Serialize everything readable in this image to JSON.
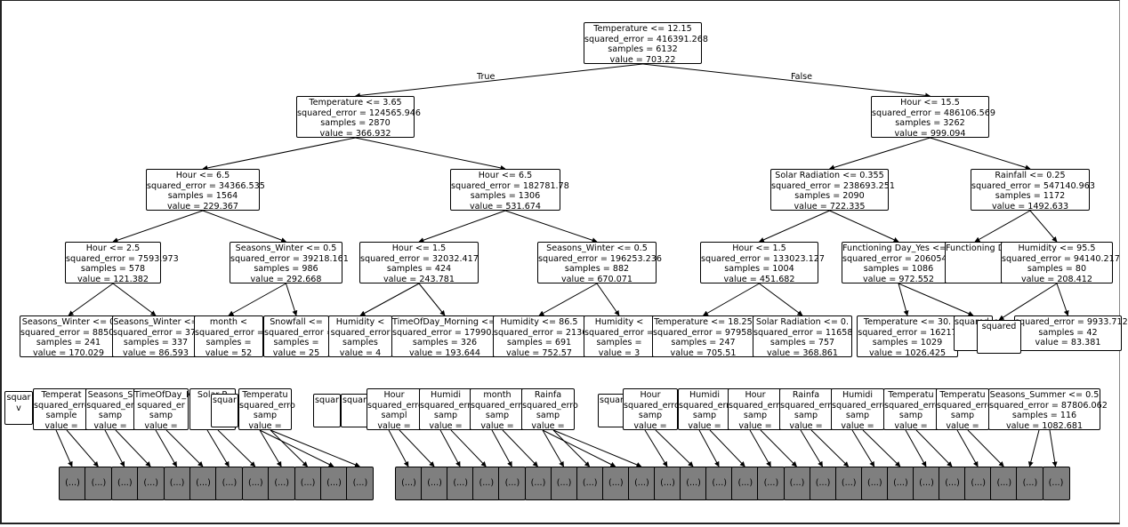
{
  "edge_labels": {
    "true_label": "True",
    "false_label": "False"
  },
  "leaf_label": "(...)",
  "leaf_count": 38,
  "nodes": [
    {
      "id": "root",
      "lines": [
        "Temperature <= 12.15",
        "squared_error = 416391.268",
        "samples = 6132",
        "value = 703.22"
      ]
    },
    {
      "id": "l1a",
      "lines": [
        "Temperature <= 3.65",
        "squared_error = 124565.946",
        "samples = 2870",
        "value = 366.932"
      ]
    },
    {
      "id": "l1b",
      "lines": [
        "Hour <= 15.5",
        "squared_error = 486106.569",
        "samples = 3262",
        "value = 999.094"
      ]
    },
    {
      "id": "l2a",
      "lines": [
        "Hour <= 6.5",
        "squared_error = 34366.535",
        "samples = 1564",
        "value = 229.367"
      ]
    },
    {
      "id": "l2b",
      "lines": [
        "Hour <= 6.5",
        "squared_error = 182781.78",
        "samples = 1306",
        "value = 531.674"
      ]
    },
    {
      "id": "l2c",
      "lines": [
        "Solar Radiation <= 0.355",
        "squared_error = 238693.251",
        "samples = 2090",
        "value = 722.335"
      ]
    },
    {
      "id": "l2d",
      "lines": [
        "Rainfall <= 0.25",
        "squared_error = 547140.963",
        "samples = 1172",
        "value = 1492.633"
      ]
    },
    {
      "id": "l3a",
      "lines": [
        "Hour <= 2.5",
        "squared_error = 7593.973",
        "samples = 578",
        "value = 121.382"
      ]
    },
    {
      "id": "l3b",
      "lines": [
        "Seasons_Winter <= 0.5",
        "squared_error = 39218.161",
        "samples = 986",
        "value = 292.668"
      ]
    },
    {
      "id": "l3c",
      "lines": [
        "Hour <= 1.5",
        "squared_error = 32032.417",
        "samples = 424",
        "value = 243.781"
      ]
    },
    {
      "id": "l3d",
      "lines": [
        "Seasons_Winter <= 0.5",
        "squared_error = 196253.236",
        "samples = 882",
        "value = 670.071"
      ]
    },
    {
      "id": "l3e",
      "lines": [
        "Hour <= 1.5",
        "squared_error = 133023.127",
        "samples = 1004",
        "value = 451.682"
      ]
    },
    {
      "id": "l3f",
      "lines": [
        "Functioning Day_Yes <= 0.5",
        "squared_error = 206054.4",
        "samples = 1086",
        "value = 972.552"
      ]
    },
    {
      "id": "l3g",
      "lines": [
        "Functioning D",
        "",
        "",
        ""
      ]
    },
    {
      "id": "l3h",
      "lines": [
        "Humidity <= 95.5",
        "squared_error = 94140.217",
        "samples = 80",
        "value = 208.412"
      ]
    },
    {
      "id": "l4a",
      "lines": [
        "Seasons_Winter <= 0",
        "squared_error = 8850.",
        "samples = 241",
        "value = 170.029"
      ]
    },
    {
      "id": "l4b",
      "lines": [
        "Seasons_Winter <=",
        "squared_error = 3793",
        "samples = 337",
        "value = 86.593"
      ]
    },
    {
      "id": "l4c",
      "lines": [
        "month <",
        "squared_error =",
        "samples =",
        "value = 52"
      ]
    },
    {
      "id": "l4d",
      "lines": [
        "Snowfall <=",
        "squared_error =",
        "samples =",
        "value = 25"
      ]
    },
    {
      "id": "l4e",
      "lines": [
        "Humidity <",
        "squared_error",
        "samples",
        "value = 4"
      ]
    },
    {
      "id": "l4f",
      "lines": [
        "TimeOfDay_Morning <= 0",
        "squared_error = 17990.7",
        "samples = 326",
        "value = 193.644"
      ]
    },
    {
      "id": "l4g",
      "lines": [
        "Humidity <= 86.5",
        "squared_error = 21364",
        "samples = 691",
        "value = 752.57"
      ]
    },
    {
      "id": "l4h",
      "lines": [
        "Humidity <",
        "squared_error =",
        "samples =",
        "value = 3"
      ]
    },
    {
      "id": "l4i",
      "lines": [
        "Temperature <= 18.25",
        "squared_error = 97958.3",
        "samples = 247",
        "value = 705.51"
      ]
    },
    {
      "id": "l4j",
      "lines": [
        "Solar Radiation <= 0.",
        "squared_error = 11658",
        "samples = 757",
        "value = 368.861"
      ]
    },
    {
      "id": "l4k",
      "lines": [
        "Temperature <= 30.",
        "squared_error = 16217",
        "samples = 1029",
        "value = 1026.425"
      ]
    },
    {
      "id": "l4l",
      "lines": [
        "squared_error = 9933.712",
        "samples = 42",
        "value = 83.381"
      ]
    },
    {
      "id": "l4m",
      "lines": [
        "squared_e",
        "",
        ""
      ]
    },
    {
      "id": "b01",
      "lines": [
        "squar",
        "v"
      ]
    },
    {
      "id": "b02",
      "lines": [
        "Temperat",
        "squared_erro",
        "sample",
        "value ="
      ]
    },
    {
      "id": "b03",
      "lines": [
        "Seasons_S",
        "squared_er",
        "samp",
        "value ="
      ]
    },
    {
      "id": "b04",
      "lines": [
        "TimeOfDay_M",
        "squared_er",
        "samp",
        "value ="
      ]
    },
    {
      "id": "b05",
      "lines": [
        "Solar R",
        "",
        "",
        ""
      ]
    },
    {
      "id": "b06",
      "lines": [
        "squar",
        ""
      ]
    },
    {
      "id": "b07",
      "lines": [
        "Temperatu",
        "squared_erro",
        "samp",
        "value ="
      ]
    },
    {
      "id": "b08",
      "lines": [
        "squar",
        ""
      ]
    },
    {
      "id": "b09",
      "lines": [
        "squar",
        ""
      ]
    },
    {
      "id": "b10",
      "lines": [
        "Hour",
        "squared_erro",
        "sampl",
        "value ="
      ]
    },
    {
      "id": "b11",
      "lines": [
        "Humidi",
        "squared_erro",
        "samp",
        "value ="
      ]
    },
    {
      "id": "b12",
      "lines": [
        "month",
        "squared_erro",
        "samp",
        "value ="
      ]
    },
    {
      "id": "b13",
      "lines": [
        "Rainfa",
        "squared_erro",
        "samp",
        "value ="
      ]
    },
    {
      "id": "b14",
      "lines": [
        "squar",
        ""
      ]
    },
    {
      "id": "b15",
      "lines": [
        "Hour",
        "squared_erro",
        "samp",
        "value ="
      ]
    },
    {
      "id": "b16",
      "lines": [
        "Humidi",
        "squared_erro",
        "samp",
        "value ="
      ]
    },
    {
      "id": "b17",
      "lines": [
        "Hour",
        "squared_erro",
        "samp",
        "value ="
      ]
    },
    {
      "id": "b18",
      "lines": [
        "Rainfa",
        "squared_erro",
        "samp",
        "value ="
      ]
    },
    {
      "id": "b19",
      "lines": [
        "Humidi",
        "squared_erro",
        "samp",
        "value ="
      ]
    },
    {
      "id": "b20",
      "lines": [
        "Temperatu",
        "squared_erro",
        "samp",
        "value ="
      ]
    },
    {
      "id": "b21",
      "lines": [
        "Temperatu",
        "squared_erro",
        "samp",
        "value ="
      ]
    },
    {
      "id": "b22",
      "lines": [
        "Seasons_Summer <= 0.5",
        "squared_error = 87806.062",
        "samples = 116",
        "value = 1082.681"
      ]
    },
    {
      "id": "b23",
      "lines": [
        "squared",
        "",
        ""
      ]
    }
  ]
}
